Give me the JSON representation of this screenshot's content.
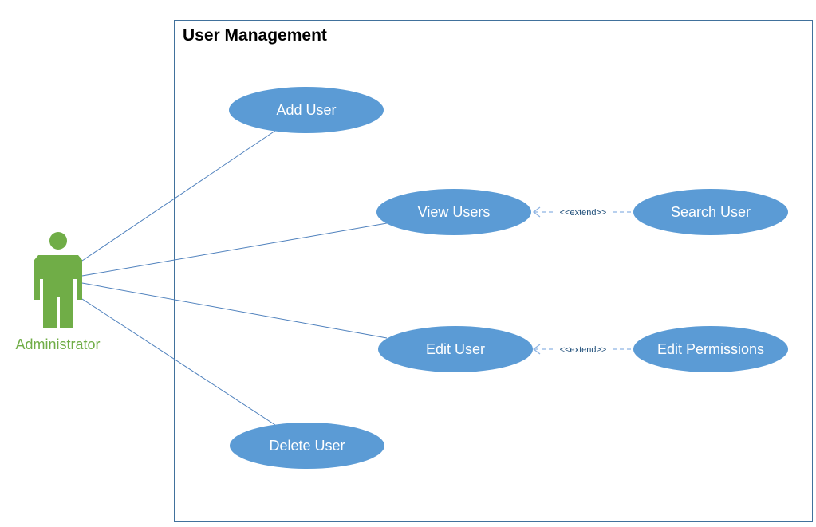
{
  "system": {
    "title": "User Management"
  },
  "actor": {
    "name": "Administrator",
    "icon": "person-icon"
  },
  "use_cases": [
    {
      "id": "add-user",
      "label": "Add User"
    },
    {
      "id": "view-users",
      "label": "View Users"
    },
    {
      "id": "edit-user",
      "label": "Edit User"
    },
    {
      "id": "delete-user",
      "label": "Delete User"
    },
    {
      "id": "search-user",
      "label": "Search User"
    },
    {
      "id": "edit-permissions",
      "label": "Edit Permissions"
    }
  ],
  "relations": [
    {
      "type": "extend",
      "from": "search-user",
      "to": "view-users",
      "label": "<<extend>>"
    },
    {
      "type": "extend",
      "from": "edit-permissions",
      "to": "edit-user",
      "label": "<<extend>>"
    }
  ],
  "colors": {
    "actor": "#70ad47",
    "use_case_fill": "#5b9bd5",
    "line": "#4f81bd",
    "dashed_line": "#8eb4e3",
    "extend_label": "#1f4e79",
    "system_border": "#41719c"
  }
}
